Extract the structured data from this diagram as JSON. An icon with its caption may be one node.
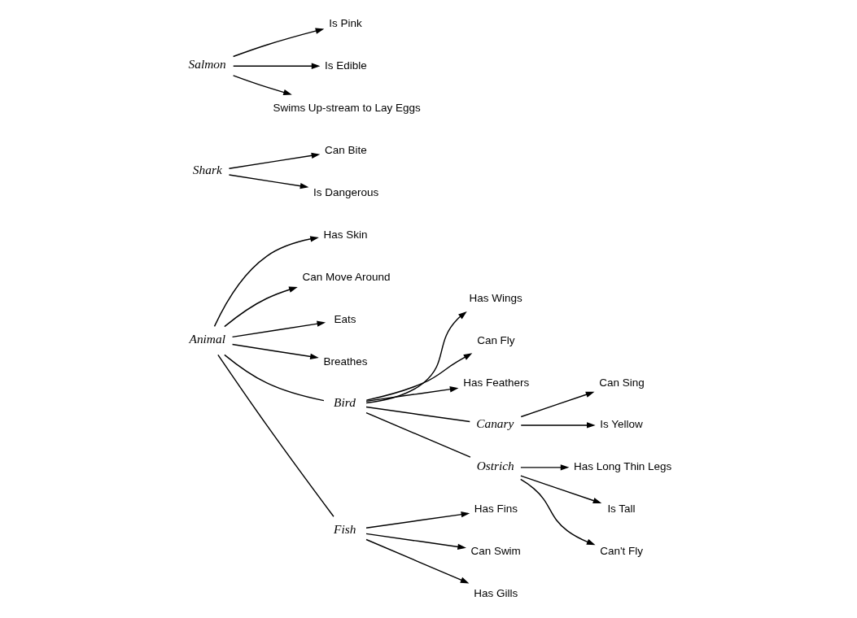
{
  "diagram": {
    "nodes": [
      {
        "text": [
          "Animal"
        ]
      },
      {
        "text": [
          "Has Skin"
        ]
      },
      {
        "text": [
          "Can Move Around"
        ]
      },
      {
        "text": [
          "Eats"
        ]
      },
      {
        "text": [
          "Breathes"
        ]
      },
      {
        "text": [
          "Bird"
        ]
      },
      {
        "text": [
          "Has Wings"
        ]
      },
      {
        "text": [
          "Can Fly"
        ]
      },
      {
        "text": [
          "Has Feathers"
        ]
      },
      {
        "text": [
          "Fish"
        ]
      },
      {
        "text": [
          "Has Fins"
        ]
      },
      {
        "text": [
          "Can Swim"
        ]
      },
      {
        "text": [
          "Has Gills"
        ]
      },
      {
        "text": [
          "Canary"
        ]
      },
      {
        "text": [
          "Can Sing"
        ]
      },
      {
        "text": [
          "Is Yellow"
        ]
      },
      {
        "text": [
          "Ostrich"
        ]
      },
      {
        "text": [
          "Has Long Thin Legs"
        ]
      },
      {
        "text": [
          "Is Tall"
        ]
      },
      {
        "text": [
          "Can't Fly"
        ]
      },
      {
        "text": [
          "Shark"
        ]
      },
      {
        "text": [
          "Can Bite"
        ]
      },
      {
        "text": [
          "Is Dangerous"
        ]
      },
      {
        "text": [
          "Salmon"
        ]
      },
      {
        "text": [
          "Is Pink"
        ]
      },
      {
        "text": [
          "Is Edible"
        ]
      },
      {
        "text": [
          "Swims Up-stream to Lay Eggs"
        ]
      }
    ],
    "edges": [
      {
        "from": 0,
        "to": 1,
        "arrow": "to"
      },
      {
        "from": 0,
        "to": 2,
        "arrow": "to"
      },
      {
        "from": 0,
        "to": 3,
        "arrow": "to"
      },
      {
        "from": 0,
        "to": 4,
        "arrow": "to"
      },
      {
        "from": 0,
        "to": 5,
        "arrow": "none"
      },
      {
        "from": 0,
        "to": 9,
        "arrow": "none"
      },
      {
        "from": 5,
        "to": 6,
        "arrow": "to"
      },
      {
        "from": 5,
        "to": 7,
        "arrow": "to"
      },
      {
        "from": 5,
        "to": 8,
        "arrow": "to"
      },
      {
        "from": 9,
        "to": 10,
        "arrow": "to"
      },
      {
        "from": 9,
        "to": 11,
        "arrow": "to"
      },
      {
        "from": 9,
        "to": 12,
        "arrow": "to"
      },
      {
        "from": 5,
        "to": 13,
        "arrow": "none"
      },
      {
        "from": 5,
        "to": 16,
        "arrow": "none"
      },
      {
        "from": 13,
        "to": 14,
        "arrow": "to"
      },
      {
        "from": 13,
        "to": 15,
        "arrow": "to"
      },
      {
        "from": 16,
        "to": 17,
        "arrow": "to"
      },
      {
        "from": 16,
        "to": 18,
        "arrow": "to"
      },
      {
        "from": 16,
        "to": 19,
        "arrow": "to"
      },
      {
        "from": 20,
        "to": 21,
        "arrow": "to"
      },
      {
        "from": 20,
        "to": 22,
        "arrow": "to"
      },
      {
        "from": 23,
        "to": 24,
        "arrow": "to"
      },
      {
        "from": 23,
        "to": 25,
        "arrow": "to"
      },
      {
        "from": 23,
        "to": 26,
        "arrow": "to"
      }
    ]
  }
}
